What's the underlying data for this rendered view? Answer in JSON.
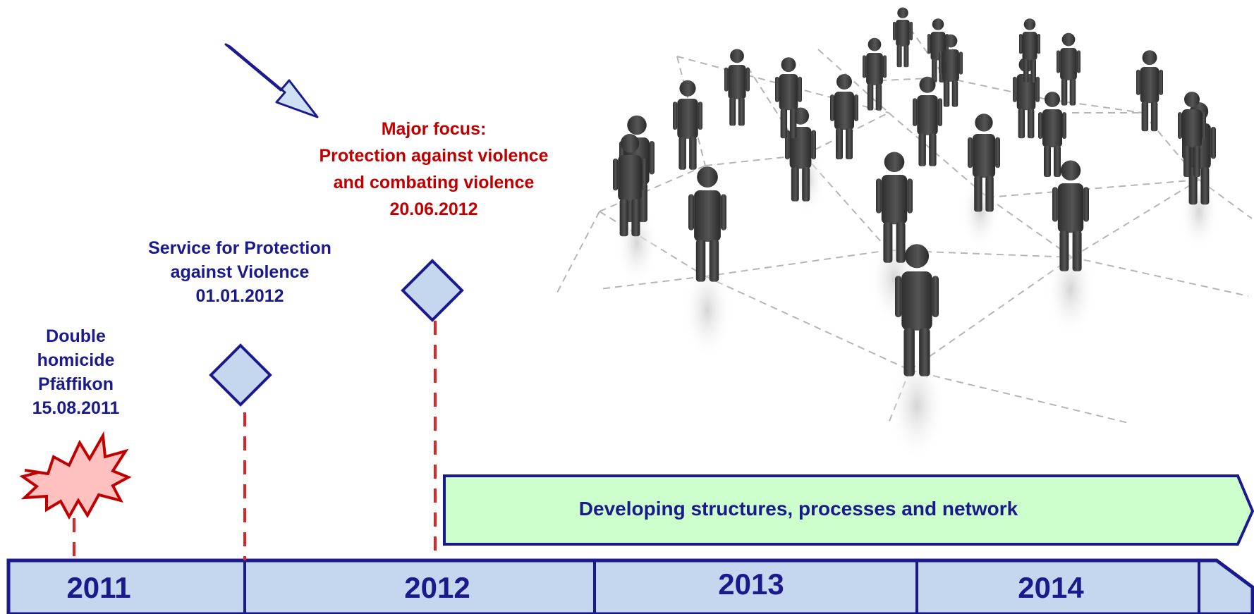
{
  "events": {
    "crime": {
      "lines": [
        "Double",
        "homicide",
        "Pfäffikon",
        "15.08.2011"
      ]
    },
    "service": {
      "lines": [
        "Service for Protection",
        "against Violence",
        "01.01.2012"
      ]
    },
    "focus": {
      "lines": [
        "Major focus:",
        "Protection against violence",
        "and combating violence",
        "20.06.2012"
      ]
    }
  },
  "phase": {
    "label": "Developing structures, processes and network"
  },
  "timeline": {
    "years": [
      "2011",
      "2012",
      "2013",
      "2014"
    ]
  },
  "colors": {
    "navy": "#1a1a8c",
    "red_text": "#c00000",
    "dashed_red": "#d62828",
    "axis_fill": "#c5d6ef",
    "phase_fill": "#ccffcc",
    "burst_fill": "#ffc0c0"
  },
  "illustration": {
    "icon": "people-network-illustration"
  }
}
